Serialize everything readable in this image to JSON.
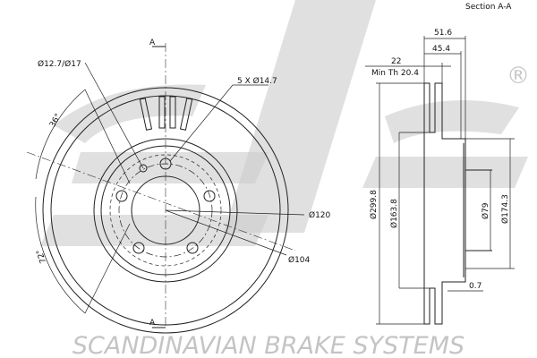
{
  "section_title": "Section A-A",
  "section_marker_top": "A",
  "section_marker_bottom": "A",
  "front_view": {
    "bolt_hole_label": "Ø12.7/Ø17",
    "mount_holes_label": "5 X Ø14.7",
    "angle_36": "36°",
    "angle_72": "72°",
    "pcd_label": "Ø120",
    "bore_label": "Ø104"
  },
  "section_view": {
    "overall_height": "51.6",
    "hat_height": "45.4",
    "thickness": "22",
    "min_thickness": "Min Th 20.4",
    "outer_diameter": "Ø299.8",
    "friction_inner_diameter": "Ø163.8",
    "center_bore": "Ø79",
    "hat_diameter": "Ø174.3",
    "offset": "0.7"
  },
  "brand": "SCANDINAVIAN BRAKE SYSTEMS",
  "registered_mark": "®"
}
